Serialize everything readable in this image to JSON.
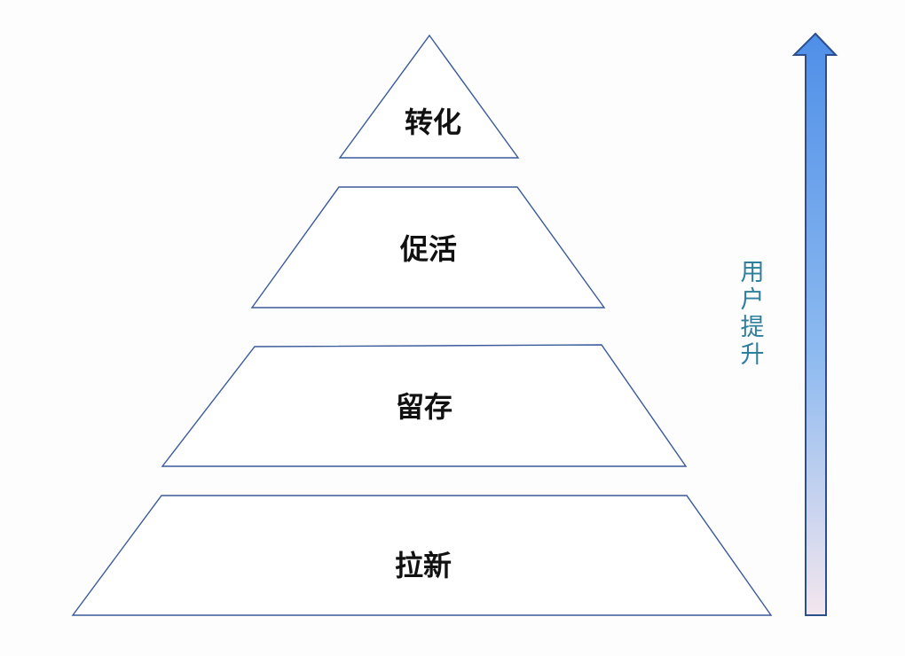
{
  "pyramid": {
    "levels": [
      {
        "label": "转化"
      },
      {
        "label": "促活"
      },
      {
        "label": "留存"
      },
      {
        "label": "拉新"
      }
    ]
  },
  "arrow": {
    "label_chars": [
      "用",
      "户",
      "提",
      "升"
    ],
    "gradient_top": "#4f8fe8",
    "gradient_bottom": "#f3e6ee",
    "stroke": "#2c4f8c"
  },
  "colors": {
    "outline": "#3a5a9a",
    "side_text": "#2e7f9e"
  }
}
